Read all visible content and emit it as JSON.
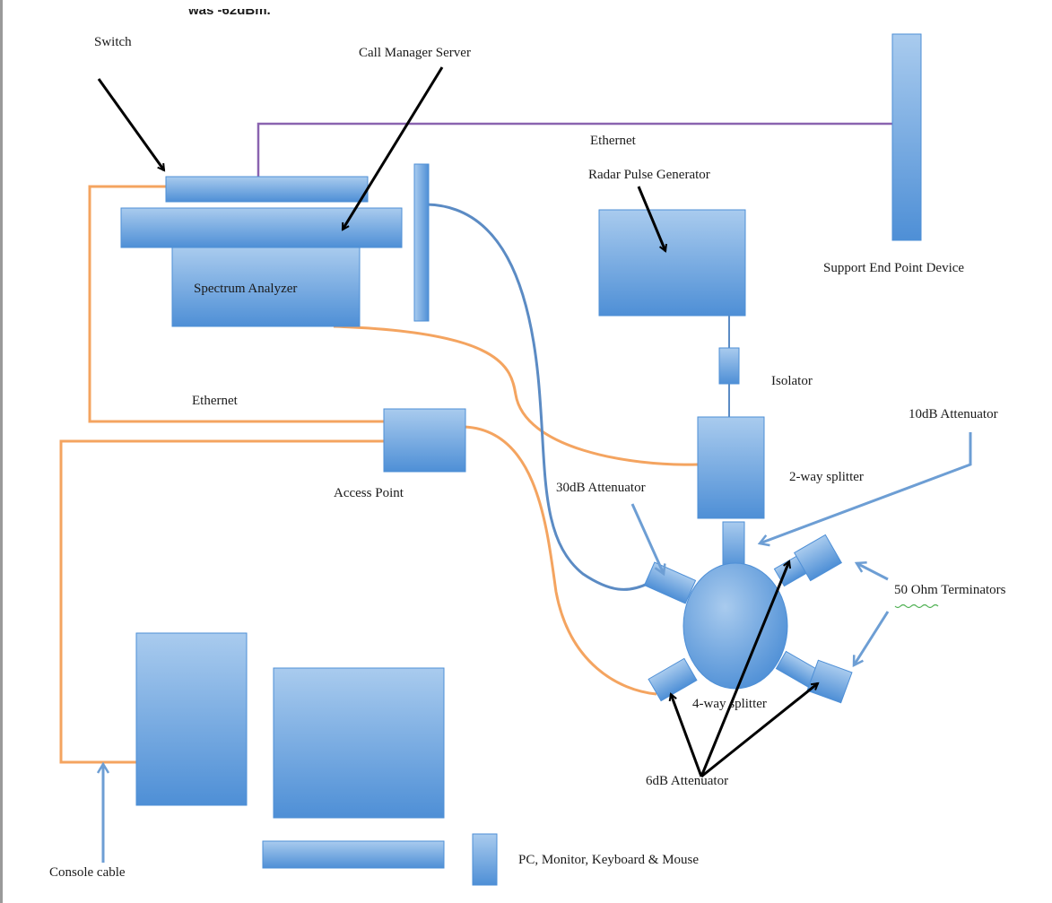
{
  "header_fragment": "was -62dBm.",
  "labels": {
    "switch": "Switch",
    "call_manager_server": "Call Manager Server",
    "ethernet_top": "Ethernet",
    "radar_pulse_generator": "Radar Pulse Generator",
    "support_end_point_device": "Support End Point Device",
    "spectrum_analyzer": "Spectrum Analyzer",
    "isolator": "Isolator",
    "attenuator_10db": "10dB Attenuator",
    "ethernet_left": "Ethernet",
    "two_way_splitter": "2-way splitter",
    "access_point": "Access Point",
    "attenuator_30db": "30dB Attenuator",
    "terminators_underlined": "50 Ohm",
    "terminators_rest": " Terminators",
    "four_way_splitter": "4-way splitter",
    "attenuator_6db": "6dB Attenuator",
    "console_cable": "Console cable",
    "pc_legend": "PC, Monitor, Keyboard & Mouse"
  },
  "colors": {
    "box_light": "#a9cbee",
    "box_dark": "#4e8fd6",
    "orange_cable": "#f4a460",
    "blue_cable": "#5b8bc4",
    "purple_cable": "#8a63b0",
    "arrow_black": "#000000",
    "arrow_blue": "#6d9ed4"
  }
}
